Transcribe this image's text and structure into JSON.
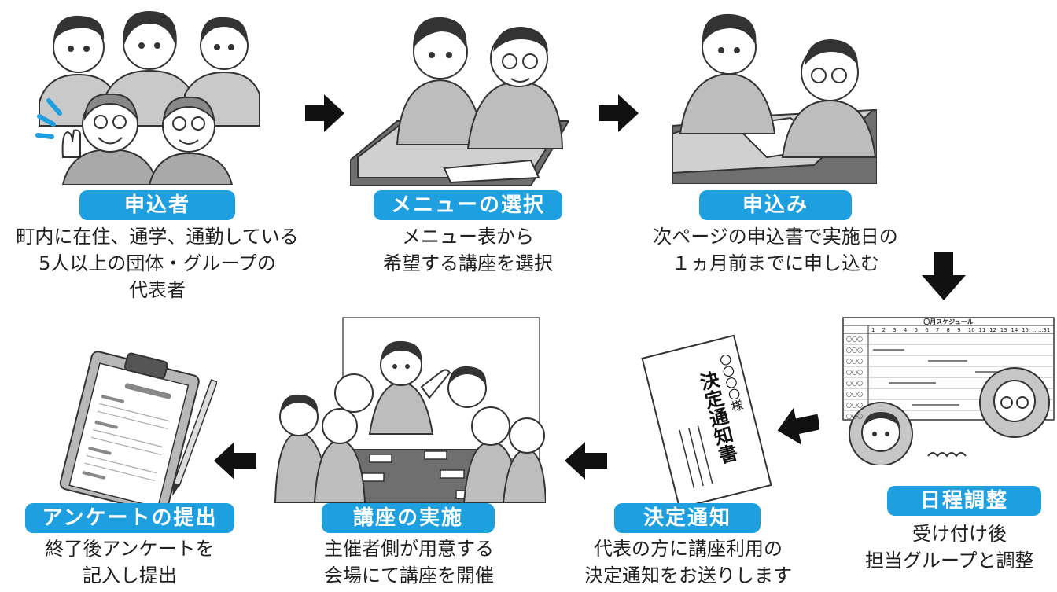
{
  "colors": {
    "badge": "#1d9fe0",
    "arrow": "#111111",
    "illustration_gray": "#b8b8b8",
    "illustration_dark": "#555555"
  },
  "steps": [
    {
      "id": "applicant",
      "badge": "申込者",
      "lines": [
        "町内に在住、通学、通勤している",
        "5人以上の団体・グループの",
        "代表者"
      ]
    },
    {
      "id": "menu-select",
      "badge": "メニューの選択",
      "lines": [
        "メニュー表から",
        "希望する講座を選択"
      ]
    },
    {
      "id": "apply",
      "badge": "申込み",
      "lines": [
        "次ページの申込書で実施日の",
        "１ヵ月前までに申し込む"
      ]
    },
    {
      "id": "schedule",
      "badge": "日程調整",
      "lines": [
        "受け付け後",
        "担当グループと調整"
      ]
    },
    {
      "id": "notice",
      "badge": "決定通知",
      "lines": [
        "代表の方に講座利用の",
        "決定通知をお送りします"
      ]
    },
    {
      "id": "lecture",
      "badge": "講座の実施",
      "lines": [
        "主催者側が用意する",
        "会場にて講座を開催"
      ]
    },
    {
      "id": "survey",
      "badge": "アンケートの提出",
      "lines": [
        "終了後アンケートを",
        "記入し提出"
      ]
    }
  ],
  "schedule_sheet": {
    "title": "〇月スケジュール",
    "days": [
      "1",
      "2",
      "3",
      "4",
      "5",
      "6",
      "7",
      "8",
      "9",
      "10",
      "11",
      "12",
      "13",
      "14",
      "15",
      "……",
      "31"
    ],
    "row_label": "〇〇〇"
  },
  "notice_card": {
    "recipient": "〇〇〇〇様",
    "title": "決定通知書"
  }
}
